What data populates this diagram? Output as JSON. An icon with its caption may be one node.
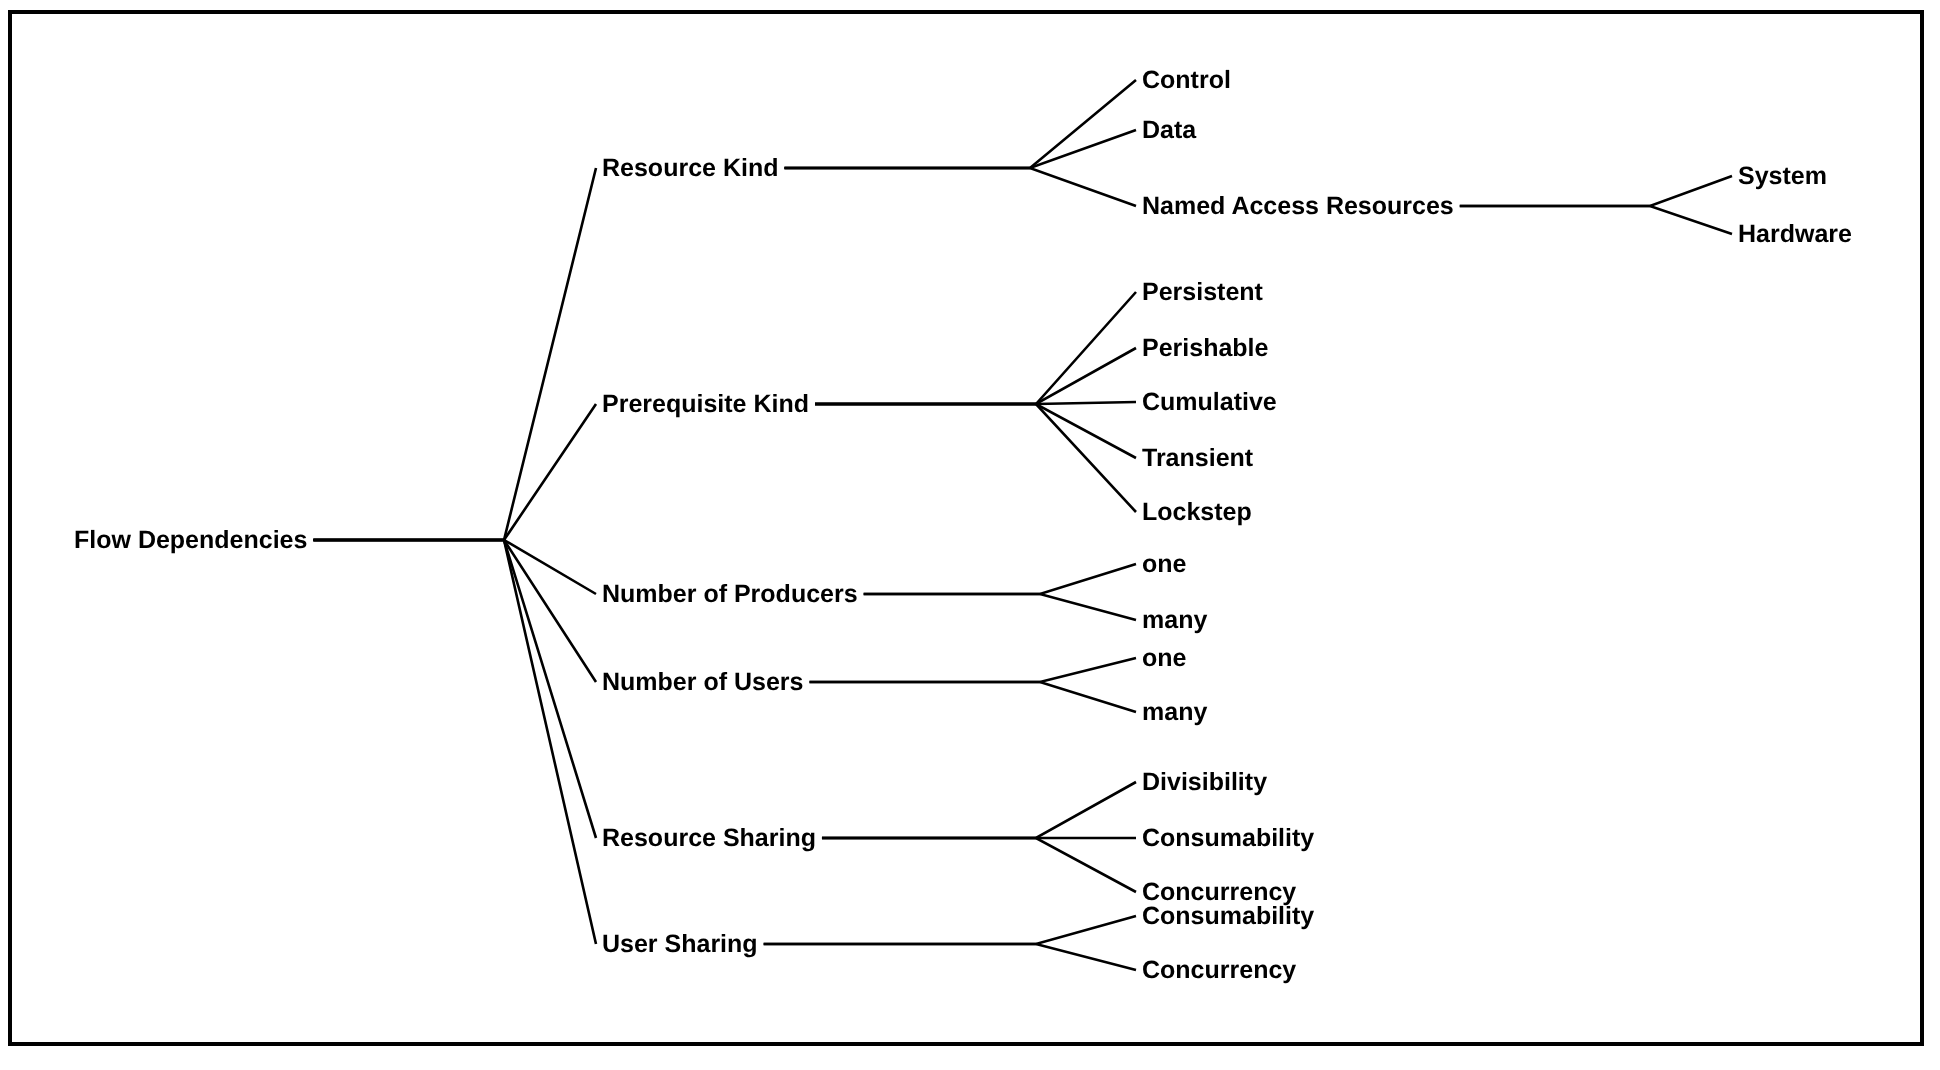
{
  "diagram": {
    "nodes": [
      {
        "text": [
          "Flow Dependencies"
        ]
      },
      {
        "text": [
          "Resource Kind"
        ]
      },
      {
        "text": [
          "Control"
        ]
      },
      {
        "text": [
          "Data"
        ]
      },
      {
        "text": [
          "Named Access Resources"
        ]
      },
      {
        "text": [
          "System"
        ]
      },
      {
        "text": [
          "Hardware"
        ]
      },
      {
        "text": [
          "Prerequisite Kind"
        ]
      },
      {
        "text": [
          "Persistent"
        ]
      },
      {
        "text": [
          "Perishable"
        ]
      },
      {
        "text": [
          "Cumulative"
        ]
      },
      {
        "text": [
          "Transient"
        ]
      },
      {
        "text": [
          "Lockstep"
        ]
      },
      {
        "text": [
          "Number of Producers"
        ]
      },
      {
        "text": [
          "one"
        ]
      },
      {
        "text": [
          "many"
        ]
      },
      {
        "text": [
          "Number of Users"
        ]
      },
      {
        "text": [
          "one"
        ]
      },
      {
        "text": [
          "many"
        ]
      },
      {
        "text": [
          "Resource Sharing"
        ]
      },
      {
        "text": [
          "Divisibility"
        ]
      },
      {
        "text": [
          "Consumability"
        ]
      },
      {
        "text": [
          "Concurrency"
        ]
      },
      {
        "text": [
          "User Sharing"
        ]
      },
      {
        "text": [
          "Consumability"
        ]
      },
      {
        "text": [
          "Concurrency"
        ]
      }
    ],
    "edges": [
      {
        "from": 0,
        "to": 1,
        "arrow": "none"
      },
      {
        "from": 0,
        "to": 7,
        "arrow": "none"
      },
      {
        "from": 0,
        "to": 13,
        "arrow": "none"
      },
      {
        "from": 0,
        "to": 16,
        "arrow": "none"
      },
      {
        "from": 0,
        "to": 19,
        "arrow": "none"
      },
      {
        "from": 0,
        "to": 23,
        "arrow": "none"
      },
      {
        "from": 1,
        "to": 2,
        "arrow": "none"
      },
      {
        "from": 1,
        "to": 3,
        "arrow": "none"
      },
      {
        "from": 1,
        "to": 4,
        "arrow": "none"
      },
      {
        "from": 4,
        "to": 5,
        "arrow": "none"
      },
      {
        "from": 4,
        "to": 6,
        "arrow": "none"
      },
      {
        "from": 7,
        "to": 8,
        "arrow": "none"
      },
      {
        "from": 7,
        "to": 9,
        "arrow": "none"
      },
      {
        "from": 7,
        "to": 10,
        "arrow": "none"
      },
      {
        "from": 7,
        "to": 11,
        "arrow": "none"
      },
      {
        "from": 7,
        "to": 12,
        "arrow": "none"
      },
      {
        "from": 13,
        "to": 14,
        "arrow": "none"
      },
      {
        "from": 13,
        "to": 15,
        "arrow": "none"
      },
      {
        "from": 16,
        "to": 17,
        "arrow": "none"
      },
      {
        "from": 16,
        "to": 18,
        "arrow": "none"
      },
      {
        "from": 19,
        "to": 20,
        "arrow": "none"
      },
      {
        "from": 19,
        "to": 21,
        "arrow": "none"
      },
      {
        "from": 19,
        "to": 22,
        "arrow": "none"
      },
      {
        "from": 23,
        "to": 24,
        "arrow": "none"
      },
      {
        "from": 23,
        "to": 25,
        "arrow": "none"
      }
    ]
  }
}
